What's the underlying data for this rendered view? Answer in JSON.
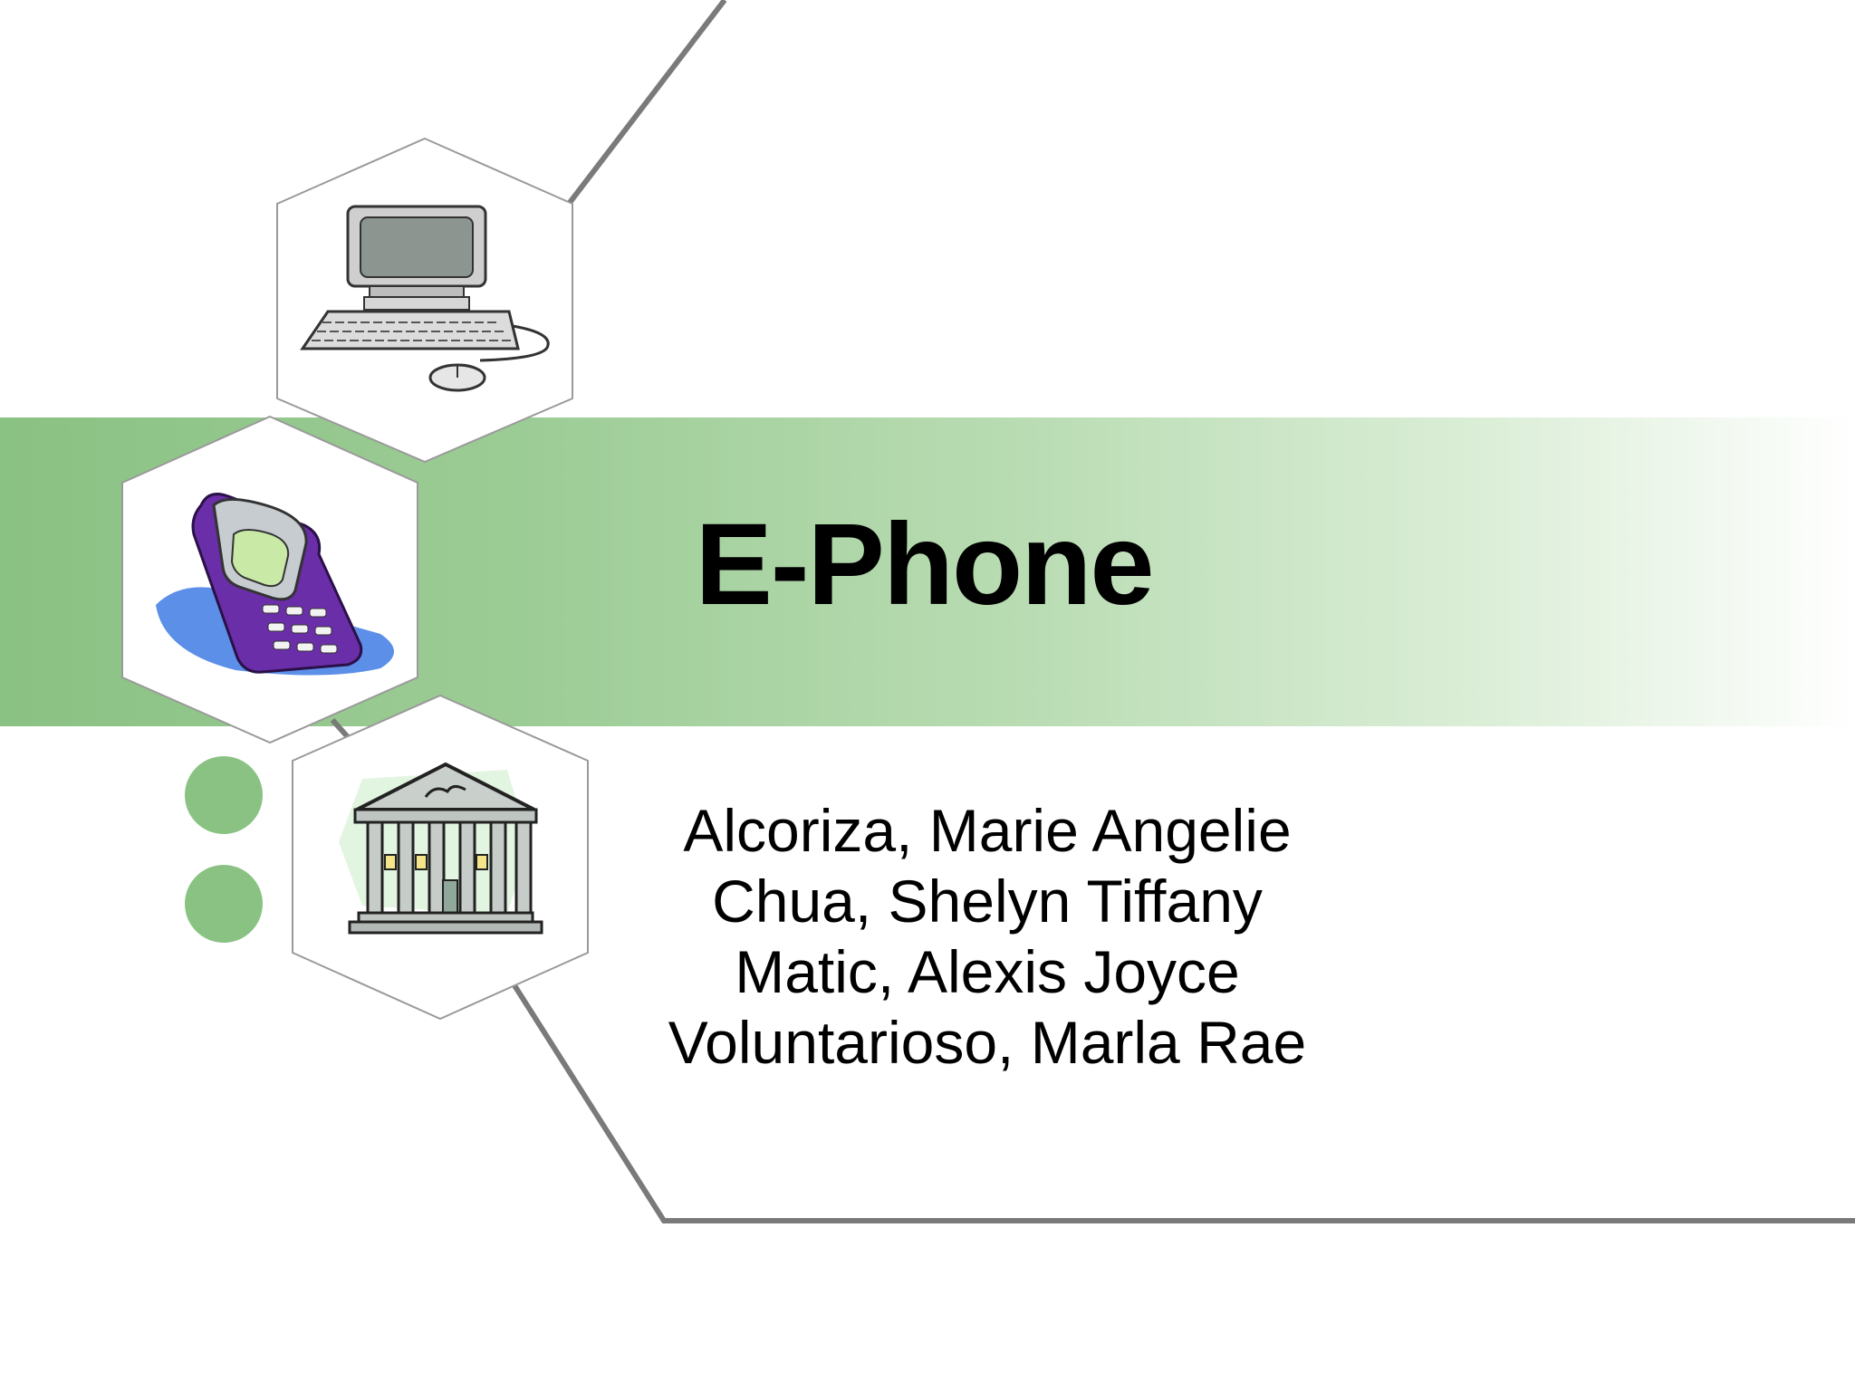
{
  "slide": {
    "title": "E-Phone",
    "authors": [
      "Alcoriza, Marie Angelie",
      "Chua, Shelyn Tiffany",
      "Matic, Alexis Joyce",
      "Voluntarioso, Marla Rae"
    ]
  },
  "theme": {
    "accent_green": "#8ac283",
    "line_gray": "#7a7a7a",
    "text": "#000000"
  },
  "icons": [
    "computer-icon",
    "cell-phone-icon",
    "bank-building-icon"
  ]
}
